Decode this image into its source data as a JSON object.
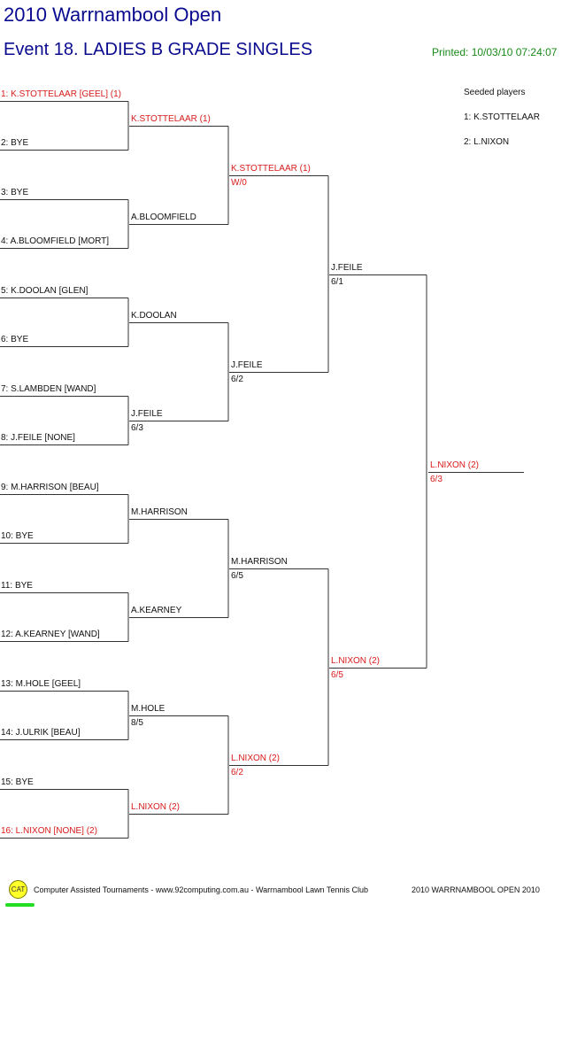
{
  "header": {
    "title": "2010 Warrnambool Open",
    "event": "Event 18. LADIES B GRADE SINGLES",
    "printed": "Printed: 10/03/10 07:24:07"
  },
  "seeds": {
    "heading": "Seeded players",
    "players": [
      "1: K.STOTTELAAR",
      "2: L.NIXON"
    ]
  },
  "colors": {
    "seed": "#d81a1a",
    "normal": "#111111",
    "title": "#0b0b8f",
    "printed": "#1a8a1a"
  },
  "draw": [
    {
      "name": "1: K.STOTTELAAR [GEEL] (1)",
      "seeded": true
    },
    {
      "name": "2: BYE",
      "seeded": false
    },
    {
      "name": "3: BYE",
      "seeded": false
    },
    {
      "name": "4: A.BLOOMFIELD [MORT]",
      "seeded": false
    },
    {
      "name": "5: K.DOOLAN [GLEN]",
      "seeded": false
    },
    {
      "name": "6: BYE",
      "seeded": false
    },
    {
      "name": "7: S.LAMBDEN [WAND]",
      "seeded": false
    },
    {
      "name": "8: J.FEILE [NONE]",
      "seeded": false
    },
    {
      "name": "9: M.HARRISON [BEAU]",
      "seeded": false
    },
    {
      "name": "10: BYE",
      "seeded": false
    },
    {
      "name": "11: BYE",
      "seeded": false
    },
    {
      "name": "12: A.KEARNEY [WAND]",
      "seeded": false
    },
    {
      "name": "13: M.HOLE [GEEL]",
      "seeded": false
    },
    {
      "name": "14: J.ULRIK [BEAU]",
      "seeded": false
    },
    {
      "name": "15: BYE",
      "seeded": false
    },
    {
      "name": "16: L.NIXON [NONE] (2)",
      "seeded": true
    }
  ],
  "rounds": [
    [
      {
        "name": "K.STOTTELAAR (1)",
        "score": "",
        "seeded": true
      },
      {
        "name": "A.BLOOMFIELD",
        "score": "",
        "seeded": false
      },
      {
        "name": "K.DOOLAN",
        "score": "",
        "seeded": false
      },
      {
        "name": "J.FEILE",
        "score": "6/3",
        "seeded": false
      },
      {
        "name": "M.HARRISON",
        "score": "",
        "seeded": false
      },
      {
        "name": "A.KEARNEY",
        "score": "",
        "seeded": false
      },
      {
        "name": "M.HOLE",
        "score": "8/5",
        "seeded": false
      },
      {
        "name": "L.NIXON (2)",
        "score": "",
        "seeded": true
      }
    ],
    [
      {
        "name": "K.STOTTELAAR (1)",
        "score": "W/0",
        "seeded": true
      },
      {
        "name": "J.FEILE",
        "score": "6/2",
        "seeded": false
      },
      {
        "name": "M.HARRISON",
        "score": "6/5",
        "seeded": false
      },
      {
        "name": "L.NIXON (2)",
        "score": "6/2",
        "seeded": true
      }
    ],
    [
      {
        "name": "J.FEILE",
        "score": "6/1",
        "seeded": false
      },
      {
        "name": "L.NIXON (2)",
        "score": "6/5",
        "seeded": true
      }
    ],
    [
      {
        "name": "L.NIXON (2)",
        "score": "6/3",
        "seeded": true
      }
    ]
  ],
  "footer": {
    "logo_text": "CAT",
    "credit": "Computer Assisted Tournaments - www.92computing.com.au -  Warrnambool Lawn Tennis Club",
    "event_name": "2010 WARRNAMBOOL OPEN 2010"
  }
}
